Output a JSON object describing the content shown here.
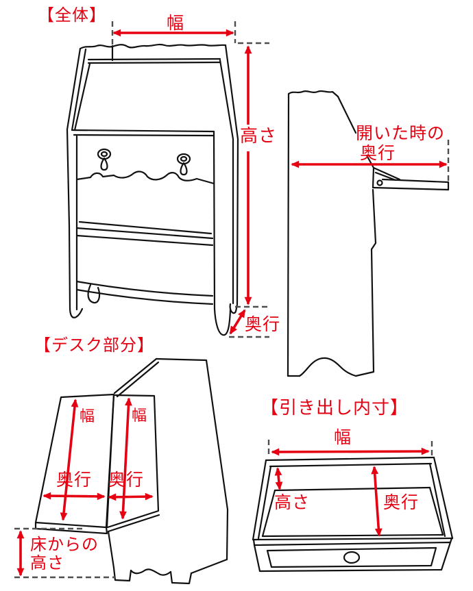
{
  "colors": {
    "accent_red": "#e50012",
    "line_art": "#111111",
    "dashed_guide": "#4d4d4d",
    "background": "#ffffff"
  },
  "sections": {
    "overall": {
      "heading": "【全体】",
      "width_label": "幅",
      "height_label": "高さ",
      "depth_label": "奥行"
    },
    "side_view": {
      "open_depth_label_line1": "開いた時の",
      "open_depth_label_line2": "奥行"
    },
    "desk": {
      "heading": "【デスク部分】",
      "flap_width_label": "幅",
      "inner_width_label": "幅",
      "flap_depth_label": "奥行",
      "inner_depth_label": "奥行",
      "floor_height_label_line1": "床からの",
      "floor_height_label_line2": "高さ"
    },
    "drawer": {
      "heading": "【引き出し内寸】",
      "width_label": "幅",
      "height_label": "高さ",
      "depth_label": "奥行"
    }
  }
}
